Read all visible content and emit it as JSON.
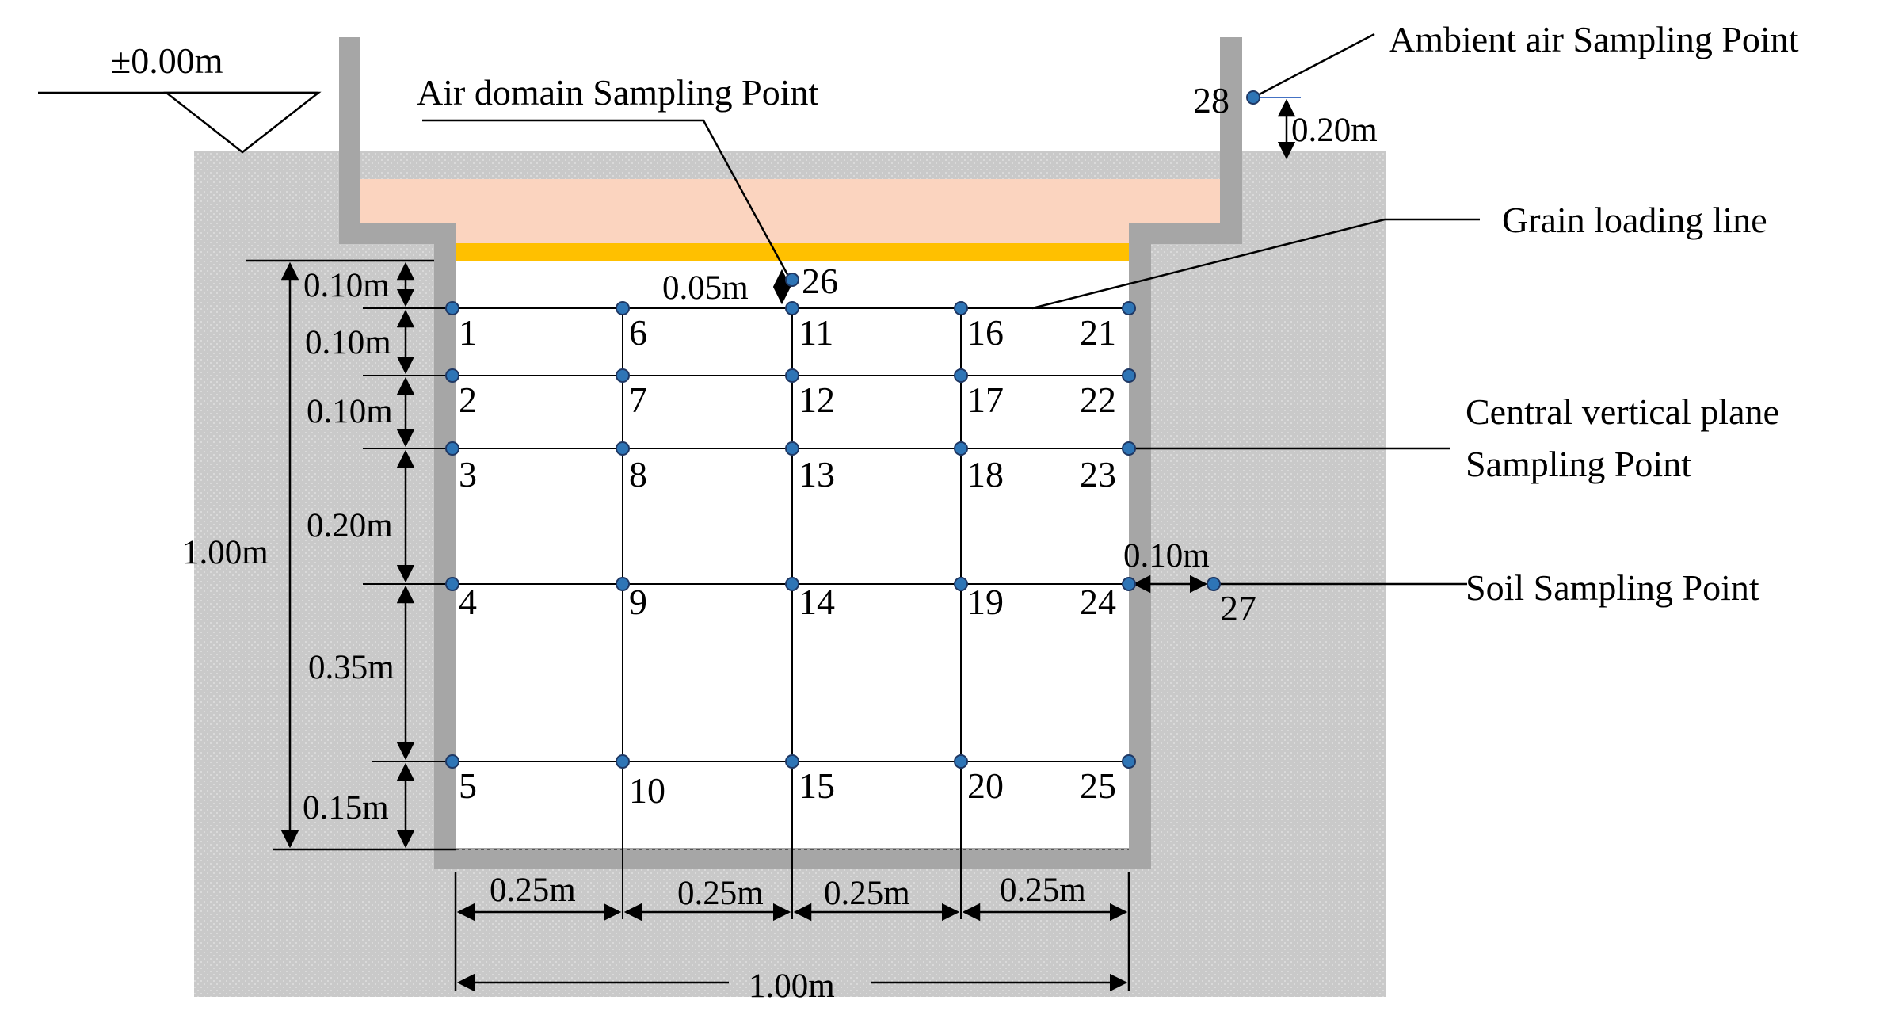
{
  "ground_level": "±0.00m",
  "labels": {
    "ambient": "Ambient air Sampling Point",
    "air_domain": "Air domain Sampling Point",
    "grain_line": "Grain loading line",
    "central_line1": "Central vertical plane",
    "central_line2": "Sampling Point",
    "soil": "Soil Sampling Point"
  },
  "dimensions": {
    "v_gaps": [
      "0.10m",
      "0.10m",
      "0.10m",
      "0.20m",
      "0.35m",
      "0.15m"
    ],
    "v_total": "1.00m",
    "h_gaps": [
      "0.25m",
      "0.25m",
      "0.25m",
      "0.25m"
    ],
    "h_total": "1.00m",
    "air_offset": "0.05m",
    "soil_offset": "0.10m",
    "ambient_offset": "0.20m"
  },
  "points": [
    "1",
    "2",
    "3",
    "4",
    "5",
    "6",
    "7",
    "8",
    "9",
    "10",
    "11",
    "12",
    "13",
    "14",
    "15",
    "16",
    "17",
    "18",
    "19",
    "20",
    "21",
    "22",
    "23",
    "24",
    "25",
    "26",
    "27",
    "28"
  ],
  "colors": {
    "soil": "#c8c8c8",
    "wall": "#a6a6a6",
    "top_layer": "#fbd4bf",
    "grain_line": "#ffc000",
    "point_fill": "#2e75b6",
    "point_stroke": "#1f3864",
    "line": "#000000"
  }
}
